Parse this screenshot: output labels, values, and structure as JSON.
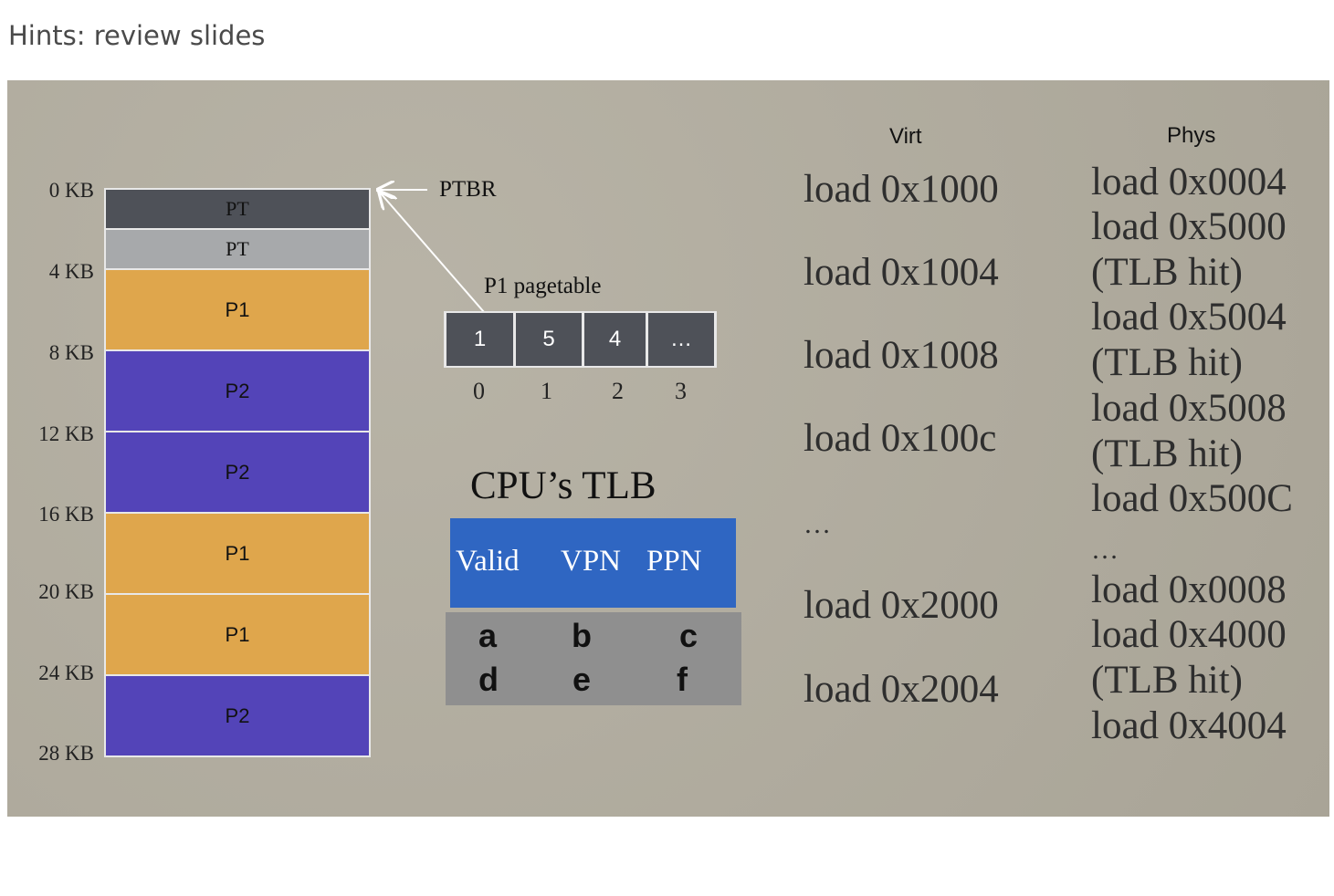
{
  "hint": "Hints: review slides",
  "memory": {
    "kb_labels": [
      "0 KB",
      "4 KB",
      "8 KB",
      "12 KB",
      "16 KB",
      "20 KB",
      "24 KB",
      "28 KB"
    ],
    "blocks": [
      "PT",
      "PT",
      "P1",
      "P2",
      "P2",
      "P1",
      "P1",
      "P2"
    ]
  },
  "ptbr_label": "PTBR",
  "pagetable": {
    "title": "P1 pagetable",
    "entries": [
      "1",
      "5",
      "4",
      "…"
    ],
    "indices": [
      "0",
      "1",
      "2",
      "3"
    ]
  },
  "tlb": {
    "title": "CPU’s TLB",
    "headers": [
      "Valid",
      "VPN",
      "PPN"
    ],
    "rows": [
      [
        "a",
        "b",
        "c"
      ],
      [
        "d",
        "e",
        "f"
      ]
    ]
  },
  "virt": {
    "heading": "Virt",
    "items": [
      "load 0x1000",
      "load 0x1004",
      "load 0x1008",
      "load 0x100c",
      "…",
      "load 0x2000",
      "load 0x2004"
    ]
  },
  "phys": {
    "heading": "Phys",
    "items": [
      "load 0x0004",
      "load 0x5000",
      "(TLB hit)",
      "load 0x5004",
      "(TLB hit)",
      "load 0x5008",
      "(TLB hit)",
      "load 0x500C",
      "…",
      "load 0x0008",
      "load 0x4000",
      "(TLB hit)",
      "load 0x4004"
    ]
  },
  "colors": {
    "pt_dark": "#4e5158",
    "pt_light": "#a7a9ab",
    "p1": "#dfa64c",
    "p2": "#5344b8",
    "tlb_header": "#2f66c2",
    "tlb_body": "#8f8f8f"
  }
}
